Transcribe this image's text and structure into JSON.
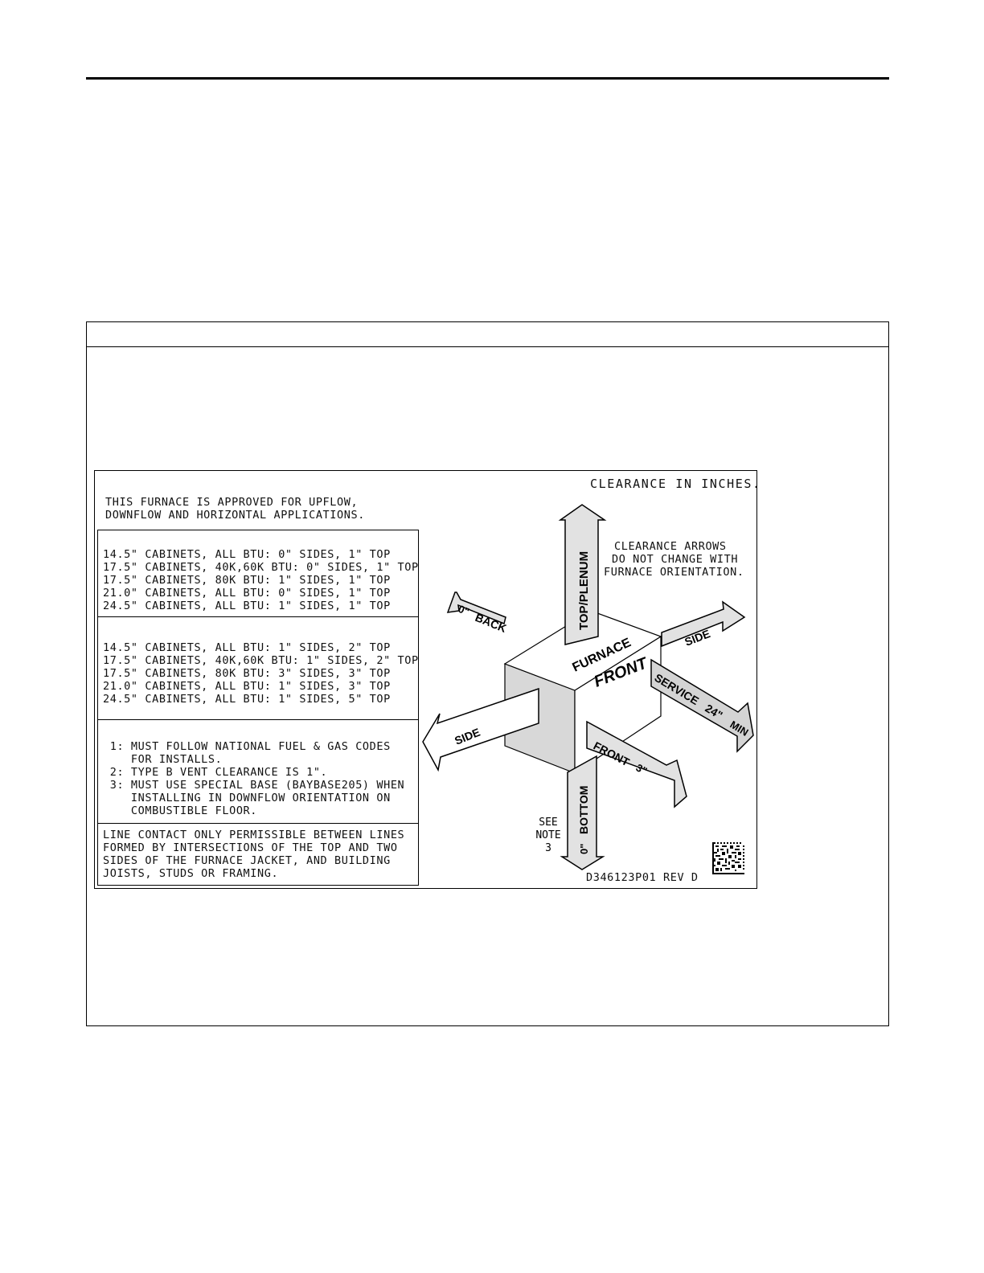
{
  "label": {
    "clearance_title": "CLEARANCE IN INCHES.",
    "approval_line1": "THIS FURNACE IS APPROVED FOR UPFLOW,",
    "approval_line2": "DOWNFLOW AND HORIZONTAL APPLICATIONS.",
    "table_a": [
      "14.5\" CABINETS, ALL BTU: 0\" SIDES, 1\" TOP",
      "17.5\" CABINETS, 40K,60K BTU: 0\" SIDES, 1\" TOP",
      "17.5\" CABINETS, 80K BTU: 1\" SIDES, 1\" TOP",
      "21.0\" CABINETS, ALL BTU: 0\" SIDES, 1\" TOP",
      "24.5\" CABINETS, ALL BTU: 1\" SIDES, 1\" TOP"
    ],
    "table_b": [
      "14.5\" CABINETS, ALL BTU: 1\" SIDES, 2\" TOP",
      "17.5\" CABINETS, 40K,60K BTU: 1\" SIDES, 2\" TOP",
      "17.5\" CABINETS, 80K BTU: 3\" SIDES, 3\" TOP",
      "21.0\" CABINETS, ALL BTU: 1\" SIDES, 3\" TOP",
      "24.5\" CABINETS, ALL BTU: 1\" SIDES, 5\" TOP"
    ],
    "notes": [
      " 1: MUST FOLLOW NATIONAL FUEL & GAS CODES",
      "    FOR INSTALLS.",
      " 2: TYPE B VENT CLEARANCE IS 1\".",
      " 3: MUST USE SPECIAL BASE (BAYBASE205) WHEN",
      "    INSTALLING IN DOWNFLOW ORIENTATION ON",
      "    COMBUSTIBLE FLOOR."
    ],
    "line_contact": [
      "LINE CONTACT ONLY PERMISSIBLE BETWEEN LINES",
      "FORMED BY INTERSECTIONS OF THE TOP AND TWO",
      "SIDES OF THE FURNACE JACKET, AND BUILDING",
      "JOISTS, STUDS OR FRAMING."
    ],
    "arrows_note": [
      "CLEARANCE ARROWS",
      "DO NOT CHANGE WITH",
      "FURNACE ORIENTATION."
    ],
    "part_number": "D346123P01 REV D"
  },
  "diagram": {
    "top_plenum": "TOP/PLENUM",
    "back_value": "0\"",
    "back": "BACK",
    "side_right": "SIDE",
    "side_left": "SIDE",
    "furnace": "FURNACE",
    "front_face": "FRONT",
    "service": "SERVICE",
    "service_value": "24\"",
    "service_min": "MIN",
    "front_clear": "FRONT",
    "front_value": "3\"",
    "bottom": "BOTTOM",
    "bottom_value": "0\"",
    "see_note": [
      "SEE",
      "NOTE",
      "3"
    ]
  },
  "colors": {
    "arrow_fill": "#e2e2e2",
    "cube_side": "#d8d8d8",
    "line": "#000000"
  }
}
